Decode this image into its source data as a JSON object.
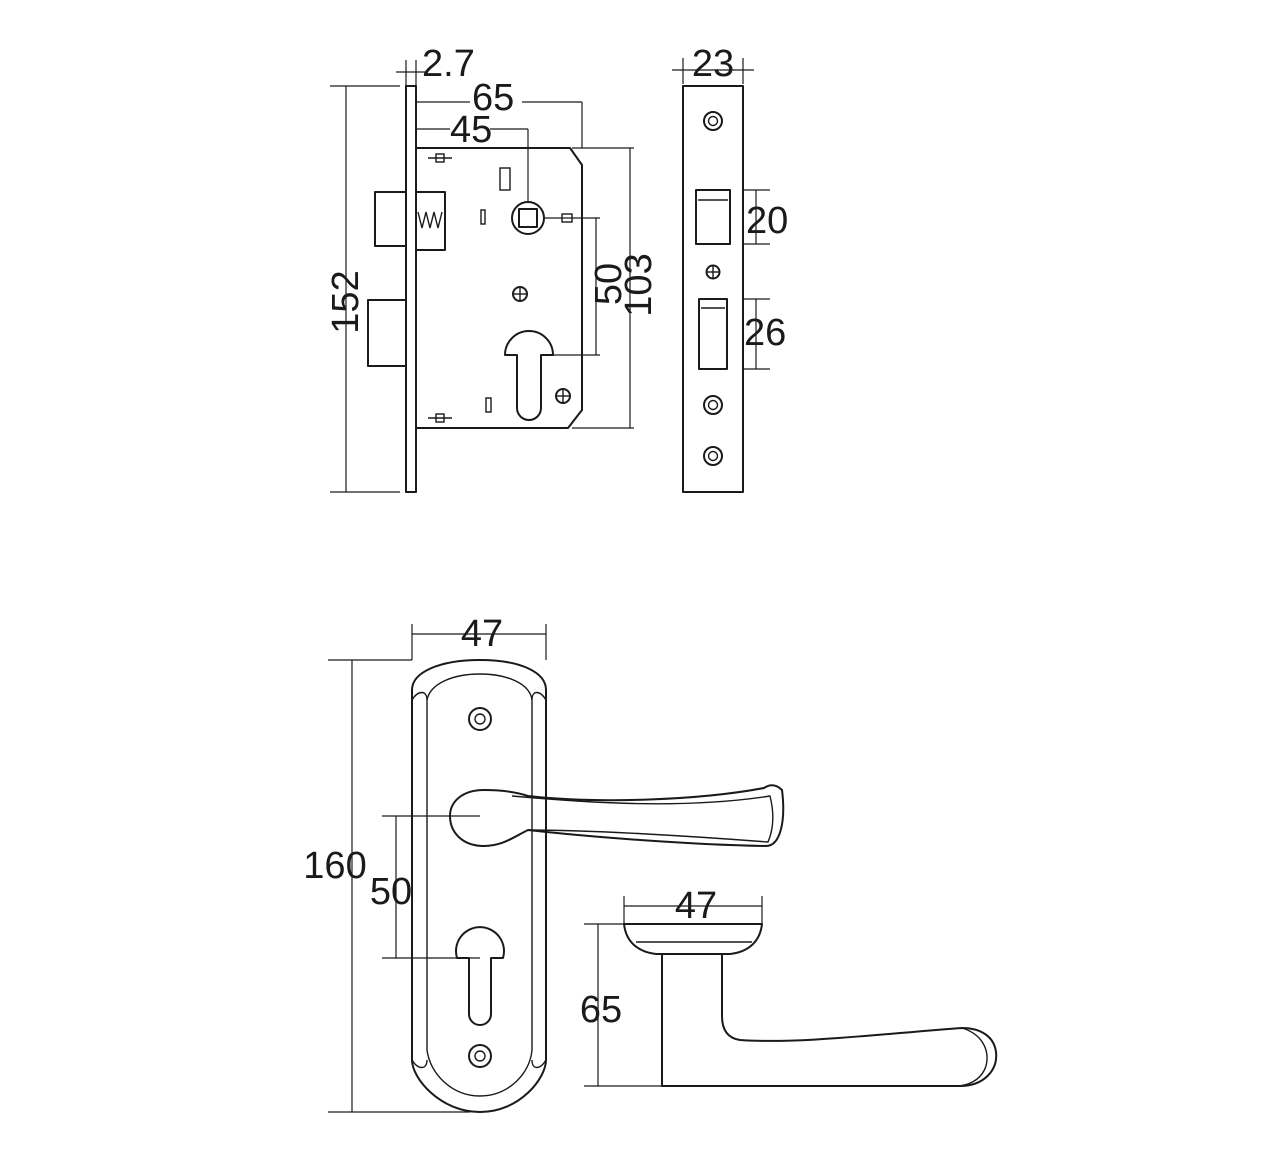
{
  "labels": {
    "lock_front_thickness": "2.7",
    "lock_backset_total": "65",
    "lock_backset": "45",
    "lock_faceplate_height": "152",
    "lock_centre_distance": "50",
    "lock_case_height": "103",
    "faceplate_width": "23",
    "latch_height": "20",
    "bolt_height": "26",
    "plate_width": "47",
    "plate_height": "160",
    "plate_centre_distance": "50",
    "rose_diameter": "47",
    "lever_projection": "65"
  },
  "colors": {
    "line": "#1a1a1a",
    "background": "#ffffff"
  }
}
